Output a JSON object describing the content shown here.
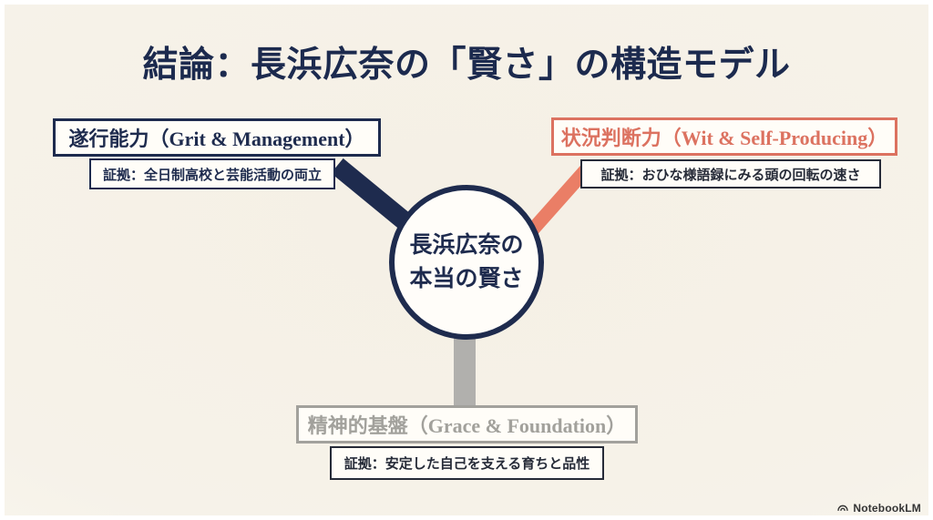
{
  "title": "結論：長浜広奈の「賢さ」の構造モデル",
  "center_node": {
    "line1": "長浜広奈の",
    "line2": "本当の賢さ"
  },
  "branches": [
    {
      "name": "execution",
      "label": "遂行能力（Grit & Management）",
      "evidence": "証拠：全日制高校と芸能活動の両立",
      "color": "#1e2b4e"
    },
    {
      "name": "judgment",
      "label": "状況判断力（Wit & Self-Producing）",
      "evidence": "証拠：おひな様語録にみる頭の回転の速さ",
      "color": "#dc7260"
    },
    {
      "name": "foundation",
      "label": "精神的基盤（Grace & Foundation）",
      "evidence": "証拠：安定した自己を支える育ちと品性",
      "color": "#b4b3ae"
    }
  ],
  "branding": {
    "logo_text": "NotebookLM"
  },
  "colors": {
    "navy": "#1e2b4e",
    "coral": "#dc7260",
    "coral_connector": "#ea7e66",
    "gray": "#b4b3ae",
    "background": "#f5f0e6",
    "box_fill": "#fffdf8"
  }
}
